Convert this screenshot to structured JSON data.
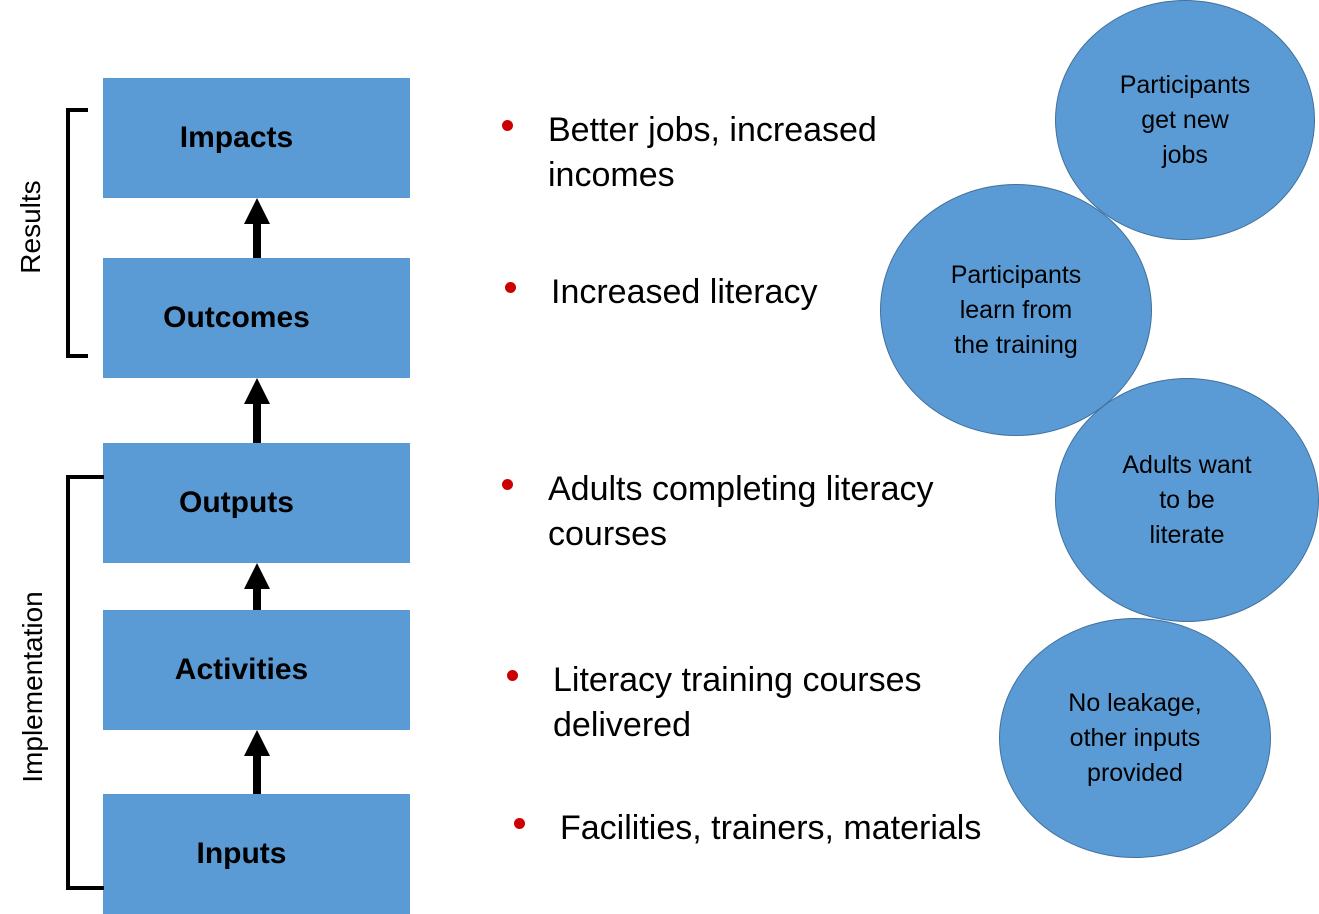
{
  "boxes": {
    "impacts": "Impacts",
    "outcomes": "Outcomes",
    "outputs": "Outputs",
    "activities": "Activities",
    "inputs": "Inputs"
  },
  "side_labels": {
    "results": "Results",
    "implementation": "Implementation"
  },
  "bullets": {
    "impacts": "Better jobs, increased incomes",
    "outcomes": "Increased literacy",
    "outputs": "Adults completing literacy courses",
    "activities": "Literacy training courses delivered",
    "inputs": "Facilities, trainers, materials"
  },
  "assumptions": {
    "new_jobs": "Participants\nget new\njobs",
    "learn": "Participants\nlearn from\nthe training",
    "want_literate": "Adults want\nto be\nliterate",
    "no_leakage": "No leakage,\nother inputs\nprovided"
  },
  "colors": {
    "box_fill": "#5b9bd5",
    "circle_border": "#41719c",
    "bullet_dot": "#cc0000"
  }
}
